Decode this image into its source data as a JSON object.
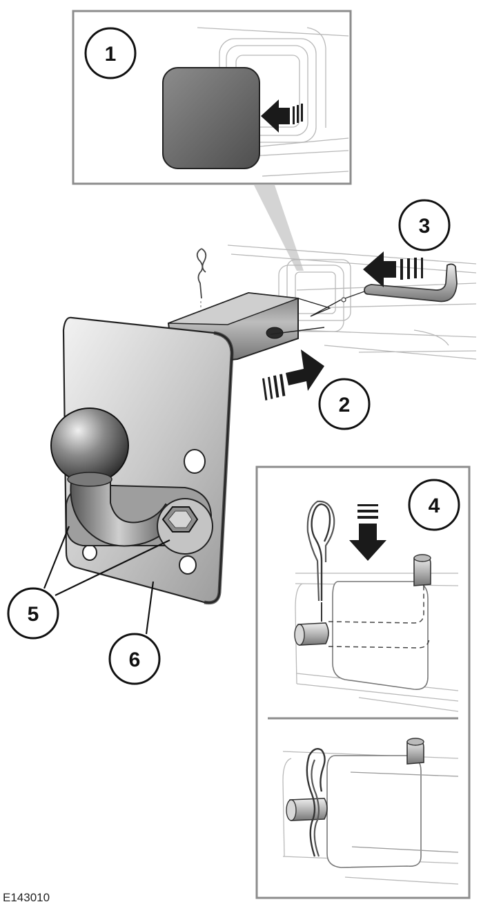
{
  "figure_id": "E143010",
  "callouts": {
    "c1": "1",
    "c2": "2",
    "c3": "3",
    "c4": "4",
    "c5": "5",
    "c6": "6"
  },
  "colors": {
    "outline": "#222222",
    "light_line": "#b8b8b8",
    "steel_dark": "#3a3a3a",
    "steel_mid": "#8a8a8a",
    "steel_light": "#d9d9d9",
    "cap_fill": "#6e6e6e",
    "frame": "#8c8c8c"
  }
}
